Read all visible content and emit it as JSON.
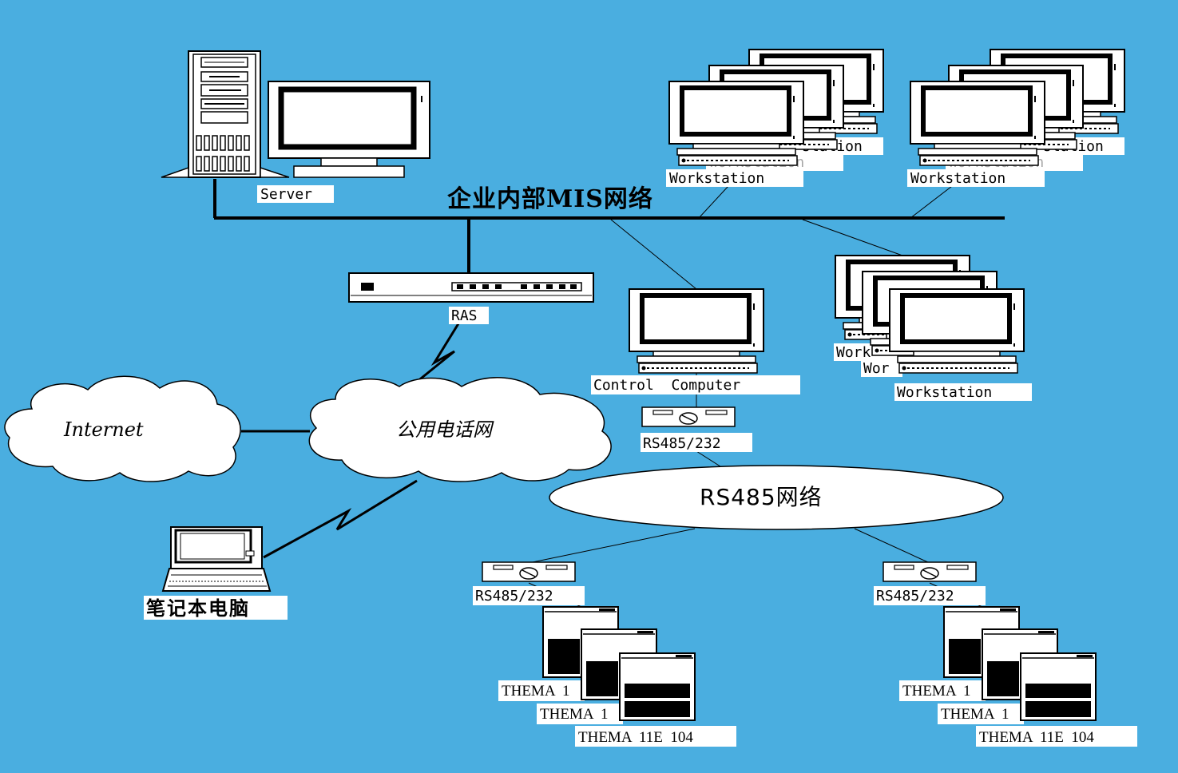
{
  "title": "企业内部MIS网络",
  "server_label": "Server",
  "ras_label": "RAS",
  "internet_label": "Internet",
  "phone_net_label": "公用电话网",
  "laptop_label": "笔记本电脑",
  "control_label": "Control  Computer",
  "rs485_net_label": "RS485网络",
  "converter_labels": [
    "RS485/232",
    "RS485/232",
    "RS485/232"
  ],
  "workstation_label": "Workstation",
  "workstation_partial_a": "Workstation",
  "workstation_partial_b": "Wor",
  "workstation_partial_c": "Work",
  "ws_back_label": "station",
  "ws_mid_label": "Workstation",
  "thema_short": "THEMA  1",
  "thema_full": "THEMA  11E  104",
  "colors": {
    "background": "#4aaee0",
    "line": "#000000",
    "label_bg": "#ffffff"
  }
}
